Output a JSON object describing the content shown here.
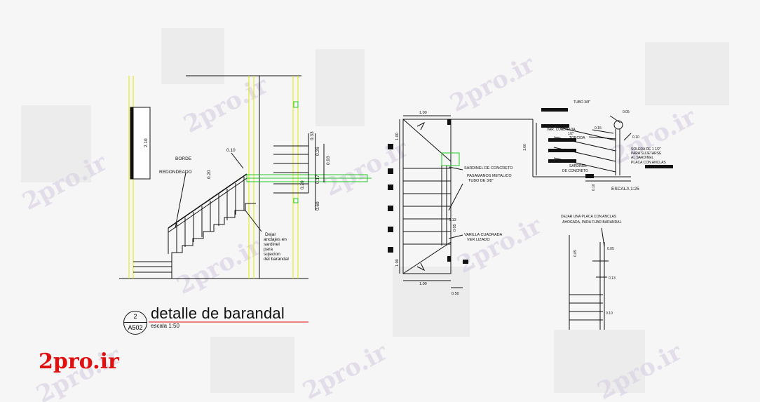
{
  "title": "detalle de barandal",
  "scale": "escala 1:50",
  "sheet": {
    "number": "2",
    "code": "A502"
  },
  "logo": "2pro.ir",
  "watermark": "2pro.ir",
  "labels": {
    "borde": "BORDE",
    "redondeado": "REDONDEADO",
    "dejar1": "Dejar",
    "dejar2": "anclajes en",
    "dejar3": "sardinel",
    "dejar4": "para",
    "dejar5": "sujecion",
    "dejar6": "del barandal",
    "sardinel_concreto": "SARDINEL DE CONCRETO",
    "pasamanos": "PASAMANOS METALICO",
    "tubo38": "TUBO DE 3/8\"",
    "varilla": "VARILLA CUADRADA",
    "verlizado": "VER LIZADO",
    "tubo_top": "TUBO 3/8\"",
    "var_cuadrada": "VAR. CUADRADA",
    "var_half": "1/2\"",
    "torcida": "TORCIDA",
    "sardinel2": "SARDINEL",
    "de_concreto": "DE CONCRETO",
    "solera": "SOLERA DE 1 1/2\"",
    "para_sujetarse": "PARA SUJETARSE",
    "al_sardinel": "AL SARDINEL",
    "placa": "PLACA CON ANCLAS",
    "escala125": "ESCALA 1:25",
    "dejar_placa1": "DEJAR UNA PLACA CON ANCLAS",
    "dejar_placa2": "AHOGADA, PARA FIJAR BARANDAL"
  },
  "dims": {
    "d210": "2.10",
    "d010": "0.10",
    "d020": "0.20",
    "d033": "0.33",
    "d026": "0.26",
    "d093": "0.93",
    "d017": "0.17",
    "d060": "0.60",
    "d100a": "1.00",
    "d100b": "1.00",
    "d100c": "1.00",
    "d100d": "1.00",
    "d013": "0.13",
    "d005": "0.05",
    "d050": "0.50",
    "d166": "1.66",
    "d015": "0.15",
    "d0ad": "0.10",
    "d020b": "0.20",
    "d005b": "0.05",
    "d005c": "0.05",
    "d013b": "0.13",
    "d010b": "0.10"
  },
  "colors": {
    "line": "#111111",
    "yellow": "#e6e600",
    "green": "#22cc22",
    "red": "#e01010"
  }
}
